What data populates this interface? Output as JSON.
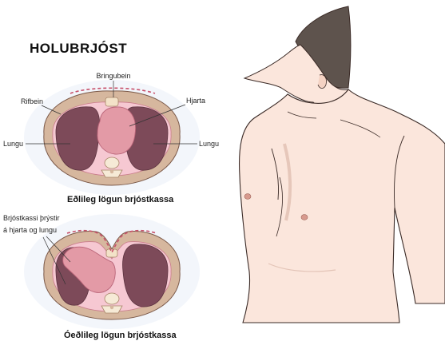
{
  "title": "HOLUBRJÓST",
  "normal": {
    "caption": "Eðlileg lögun brjóstkassa",
    "labels": {
      "sternum": "Bringubein",
      "rib": "Rifbein",
      "heart": "Hjarta",
      "lung_left": "Lungu",
      "lung_right": "Lungu"
    }
  },
  "abnormal": {
    "caption": "Óeðlileg lögun brjóstkassa",
    "labels": {
      "compression_line1": "Brjóstkassi þrýstir",
      "compression_line2": "á hjarta og lungu"
    }
  },
  "colors": {
    "skin": "#fbe6dc",
    "rib_band": "#d6b79e",
    "lung": "#7d4a59",
    "heart": "#e39aa6",
    "pleura": "#f6c8d2",
    "dash": "#c7506a",
    "hair": "#5e534d",
    "outline": "#3a2a26"
  }
}
